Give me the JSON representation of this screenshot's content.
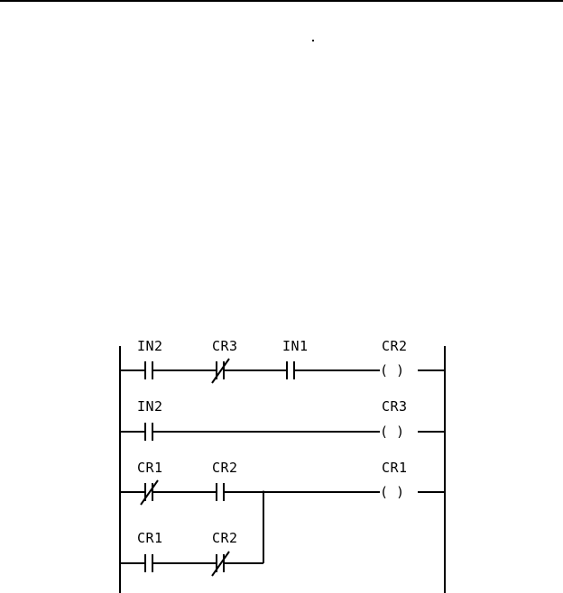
{
  "diagram": {
    "rungs": [
      {
        "contacts": [
          {
            "label": "IN2",
            "type": "no"
          },
          {
            "label": "CR3",
            "type": "nc"
          },
          {
            "label": "IN1",
            "type": "no"
          }
        ],
        "coil": {
          "label": "CR2",
          "glyph": "(  )"
        }
      },
      {
        "contacts": [
          {
            "label": "IN2",
            "type": "no"
          }
        ],
        "coil": {
          "label": "CR3",
          "glyph": "(  )"
        }
      },
      {
        "contacts": [
          {
            "label": "CR1",
            "type": "nc"
          },
          {
            "label": "CR2",
            "type": "no"
          }
        ],
        "coil": {
          "label": "CR1",
          "glyph": "(  )"
        }
      },
      {
        "contacts": [
          {
            "label": "CR1",
            "type": "no"
          },
          {
            "label": "CR2",
            "type": "nc"
          }
        ]
      }
    ]
  }
}
